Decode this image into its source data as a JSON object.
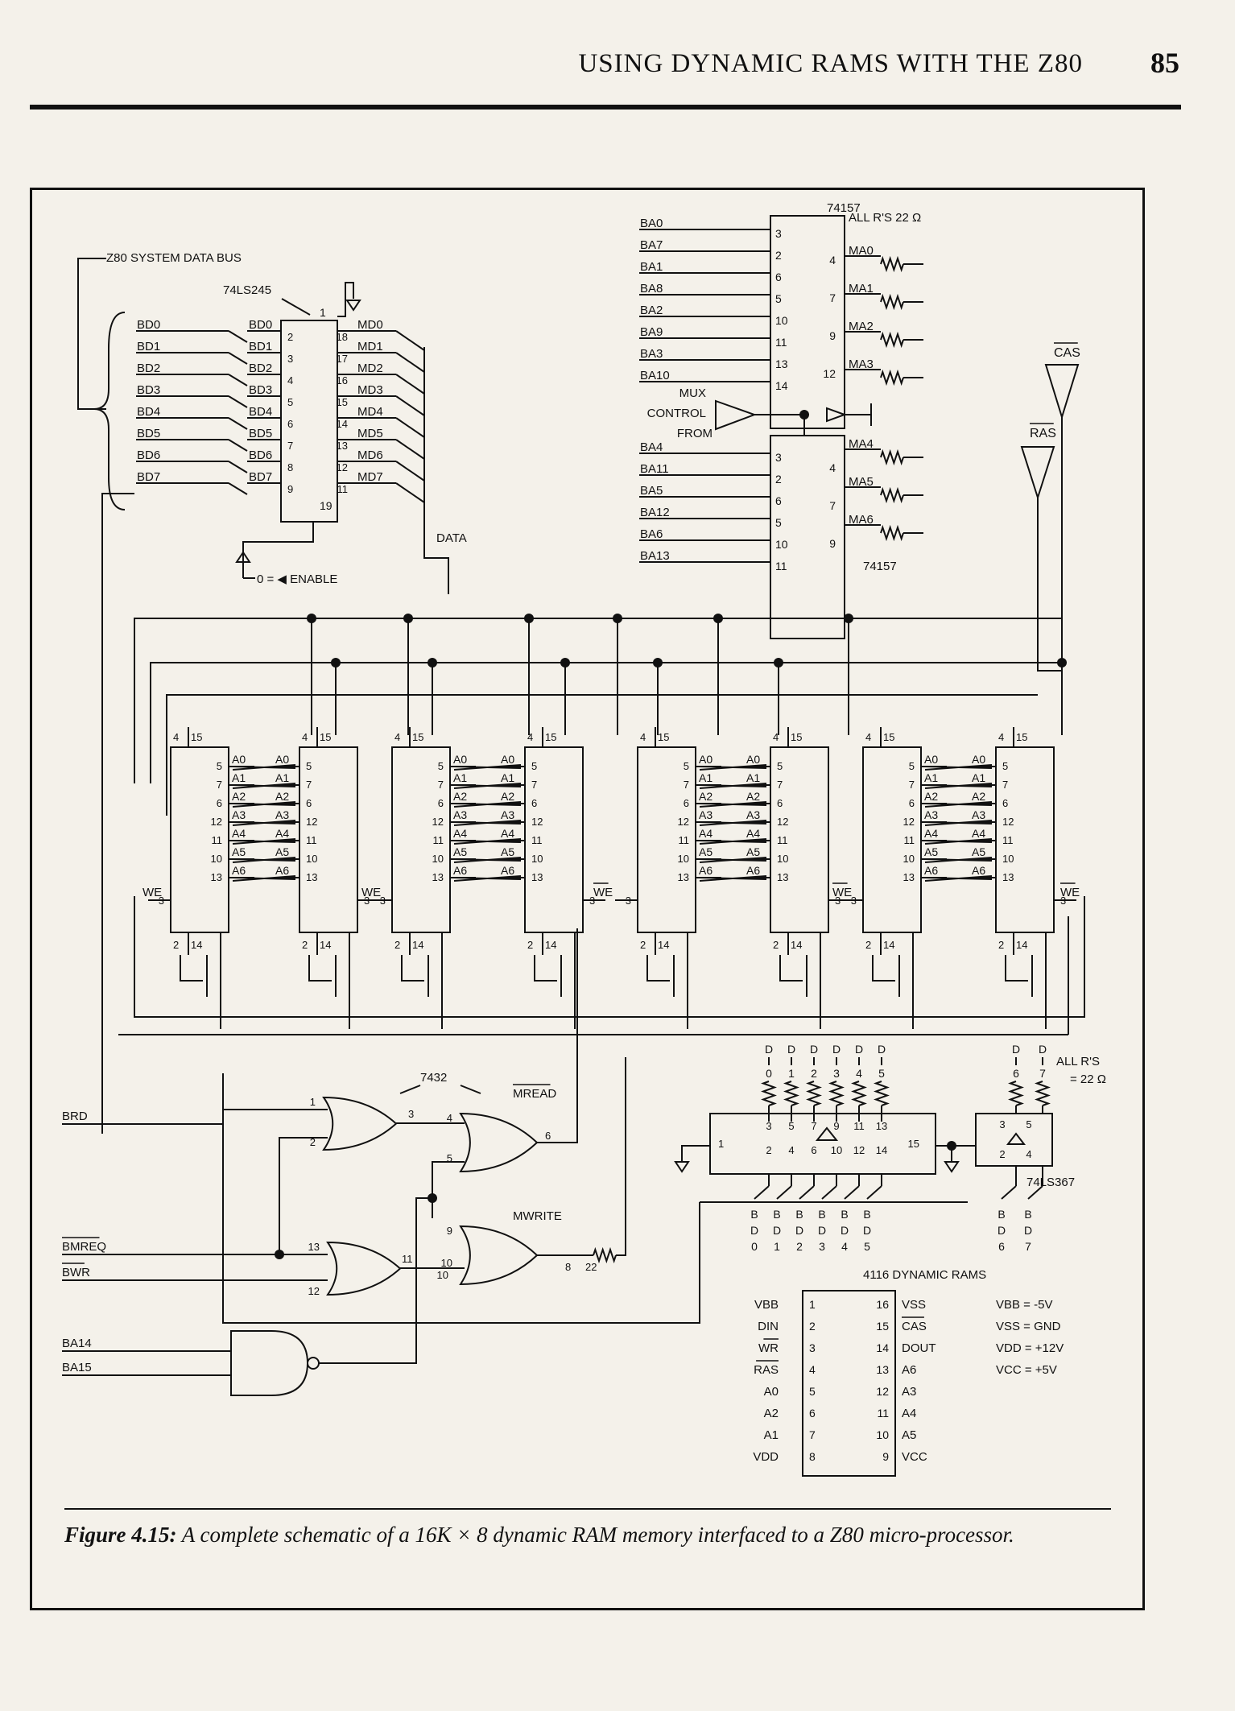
{
  "header": {
    "running_title": "USING DYNAMIC RAMS WITH THE Z80",
    "page_number": "85"
  },
  "schematic": {
    "data_bus_label": "Z80 SYSTEM DATA BUS",
    "buffer_chip": "74LS245",
    "buffer_pins": {
      "dir": "1",
      "enable": "19"
    },
    "bd_lines": [
      "BD0",
      "BD1",
      "BD2",
      "BD3",
      "BD4",
      "BD5",
      "BD6",
      "BD7"
    ],
    "md_lines": [
      "MD0",
      "MD1",
      "MD2",
      "MD3",
      "MD4",
      "MD5",
      "MD6",
      "MD7"
    ],
    "buffer_left_pins": [
      "2",
      "3",
      "4",
      "5",
      "6",
      "7",
      "8",
      "9"
    ],
    "buffer_right_pins": [
      "18",
      "17",
      "16",
      "15",
      "14",
      "13",
      "12",
      "11"
    ],
    "enable_label": "0 = ◀ ENABLE",
    "data_label": "DATA",
    "mux_label_lines": [
      "MUX",
      "CONTROL",
      "FROM"
    ],
    "mux_chip": "74157",
    "mux_resistor_note": "ALL R'S 22 Ω",
    "mux_top_inputs": [
      "BA0",
      "BA7",
      "BA1",
      "BA8",
      "BA2",
      "BA9",
      "BA3",
      "BA10"
    ],
    "mux_top_in_pins": [
      "3",
      "2",
      "6",
      "5",
      "10",
      "11",
      "13",
      "14"
    ],
    "mux_top_outputs": [
      "MA0",
      "MA1",
      "MA2",
      "MA3"
    ],
    "mux_top_out_pins": [
      "4",
      "7",
      "9",
      "12"
    ],
    "mux_bottom_inputs": [
      "BA4",
      "BA11",
      "BA5",
      "BA12",
      "BA6",
      "BA13"
    ],
    "mux_bottom_in_pins": [
      "3",
      "2",
      "6",
      "5",
      "10",
      "11"
    ],
    "mux_bottom_outputs": [
      "MA4",
      "MA5",
      "MA6"
    ],
    "mux_bottom_out_pins": [
      "4",
      "7",
      "9"
    ],
    "cas_label": "CAS",
    "ras_label": "RAS",
    "ram_top_pins": [
      "4",
      "15"
    ],
    "ram_bottom_pins": [
      "2",
      "14"
    ],
    "ram_addr_pins": [
      "5",
      "7",
      "6",
      "12",
      "11",
      "10",
      "13"
    ],
    "ram_addr_labels": [
      "A0",
      "A1",
      "A2",
      "A3",
      "A4",
      "A5",
      "A6"
    ],
    "ram_we_pin": "3",
    "we_label": "WE",
    "gate_chip": "7432",
    "mread_label": "MREAD",
    "mwrite_label": "MWRITE",
    "gate_pins": {
      "or1_a": "1",
      "or1_b": "2",
      "or1_out": "3",
      "or2_a": "4",
      "or2_b": "5",
      "or2_out": "6",
      "or3_a": "9",
      "or3_b": "10",
      "or3_out": "8",
      "or4_a": "13",
      "or4_b": "12",
      "or4_out": "11",
      "res": "22"
    },
    "control_signals": [
      "BRD",
      "BMREQ",
      "BWR",
      "BA14",
      "BA15"
    ],
    "d_labels": [
      "0",
      "1",
      "2",
      "3",
      "4",
      "5",
      "6",
      "7"
    ],
    "res_note_lines": [
      "ALL R'S",
      "= 22 Ω"
    ],
    "buffer2_top_pins": [
      "3",
      "5",
      "7",
      "9",
      "11",
      "13"
    ],
    "buffer2_bottom_pins": [
      "2",
      "4",
      "6",
      "10",
      "12",
      "14"
    ],
    "buffer2_pin1": "1",
    "buffer2_pin15": "15",
    "buffer3_top_pins": [
      "3",
      "5"
    ],
    "buffer3_bottom_pins": [
      "2",
      "4"
    ],
    "buffer2_chip": "74LS367",
    "pinout_title": "4116 DYNAMIC RAMS",
    "pinout_left_names": [
      "VBB",
      "DIN",
      "WR",
      "RAS",
      "A0",
      "A2",
      "A1",
      "VDD"
    ],
    "pinout_left_nums": [
      "1",
      "2",
      "3",
      "4",
      "5",
      "6",
      "7",
      "8"
    ],
    "pinout_right_nums": [
      "16",
      "15",
      "14",
      "13",
      "12",
      "11",
      "10",
      "9"
    ],
    "pinout_right_names": [
      "VSS",
      "CAS",
      "DOUT",
      "A6",
      "A3",
      "A4",
      "A5",
      "VCC"
    ],
    "supply_notes": [
      "VBB = -5V",
      "VSS = GND",
      "VDD = +12V",
      "VCC = +5V"
    ]
  },
  "caption": {
    "label": "Figure 4.15:",
    "text": "A complete schematic of a 16K × 8 dynamic RAM memory interfaced to a Z80 micro-processor."
  }
}
